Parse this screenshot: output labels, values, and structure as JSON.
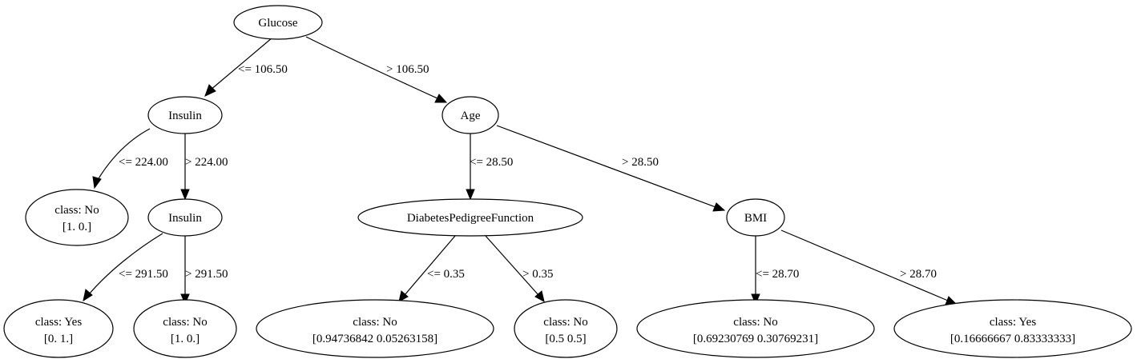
{
  "tree": {
    "nodes": {
      "glucose": {
        "lines": [
          "Glucose"
        ]
      },
      "insulin1": {
        "lines": [
          "Insulin"
        ]
      },
      "age": {
        "lines": [
          "Age"
        ]
      },
      "leaf_no_1": {
        "lines": [
          "class: No",
          "[1. 0.]"
        ]
      },
      "insulin2": {
        "lines": [
          "Insulin"
        ]
      },
      "dpf": {
        "lines": [
          "DiabetesPedigreeFunction"
        ]
      },
      "bmi": {
        "lines": [
          "BMI"
        ]
      },
      "leaf_yes_1": {
        "lines": [
          "class: Yes",
          "[0. 1.]"
        ]
      },
      "leaf_no_2": {
        "lines": [
          "class: No",
          "[1. 0.]"
        ]
      },
      "leaf_no_3": {
        "lines": [
          "class: No",
          "[0.94736842 0.05263158]"
        ]
      },
      "leaf_no_4": {
        "lines": [
          "class: No",
          "[0.5 0.5]"
        ]
      },
      "leaf_no_5": {
        "lines": [
          "class: No",
          "[0.69230769 0.30769231]"
        ]
      },
      "leaf_yes_2": {
        "lines": [
          "class: Yes",
          "[0.16666667 0.83333333]"
        ]
      }
    },
    "edges": {
      "glucose_insulin1": "<= 106.50",
      "glucose_age": "> 106.50",
      "insulin1_leafno1": "<= 224.00",
      "insulin1_insulin2": "> 224.00",
      "insulin2_leafyes1": "<= 291.50",
      "insulin2_leafno2": "> 291.50",
      "age_dpf": "<= 28.50",
      "age_bmi": "> 28.50",
      "dpf_leafno3": "<= 0.35",
      "dpf_leafno4": "> 0.35",
      "bmi_leafno5": "<= 28.70",
      "bmi_leafyes2": "> 28.70"
    }
  }
}
